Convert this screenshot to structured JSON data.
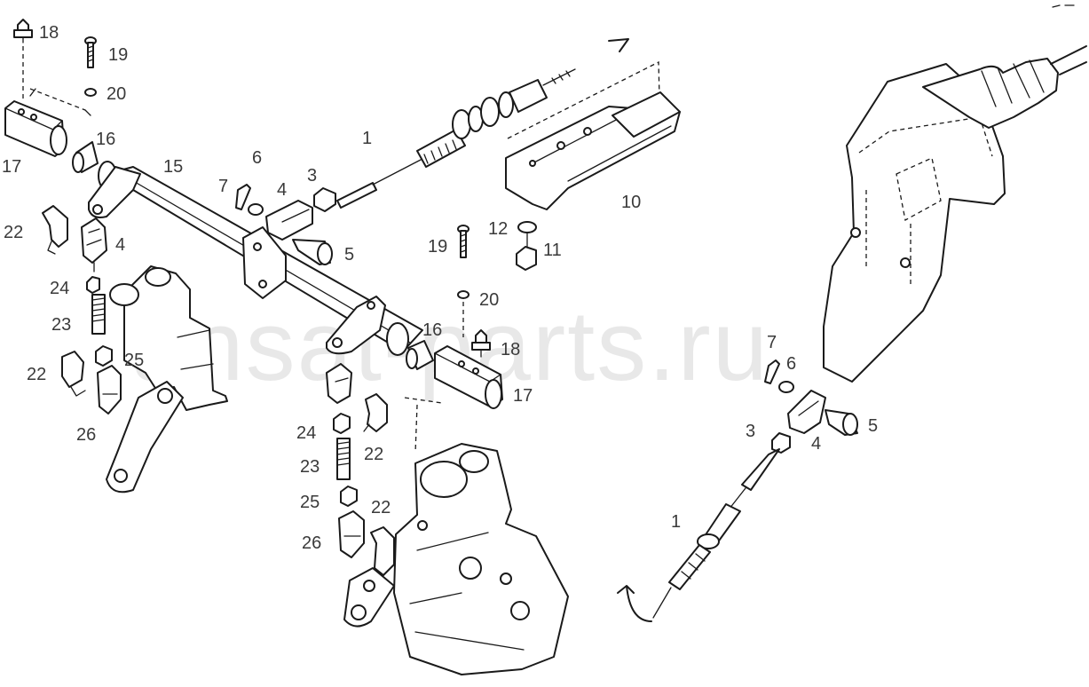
{
  "diagram": {
    "watermark": "ansat-parts.ru",
    "callouts": [
      {
        "id": "c18a",
        "text": "18"
      },
      {
        "id": "c19a",
        "text": "19"
      },
      {
        "id": "c20a",
        "text": "20"
      },
      {
        "id": "c16a",
        "text": "16"
      },
      {
        "id": "c17a",
        "text": "17"
      },
      {
        "id": "c15",
        "text": "15"
      },
      {
        "id": "c22a",
        "text": "22"
      },
      {
        "id": "c4a",
        "text": "4"
      },
      {
        "id": "c24a",
        "text": "24"
      },
      {
        "id": "c23a",
        "text": "23"
      },
      {
        "id": "c22b",
        "text": "22"
      },
      {
        "id": "c25a",
        "text": "25"
      },
      {
        "id": "c26a",
        "text": "26"
      },
      {
        "id": "c7a",
        "text": "7"
      },
      {
        "id": "c6a",
        "text": "6"
      },
      {
        "id": "c4b",
        "text": "4"
      },
      {
        "id": "c3a",
        "text": "3"
      },
      {
        "id": "c5a",
        "text": "5"
      },
      {
        "id": "c1a",
        "text": "1"
      },
      {
        "id": "c10",
        "text": "10"
      },
      {
        "id": "c12",
        "text": "12"
      },
      {
        "id": "c11",
        "text": "11"
      },
      {
        "id": "c19b",
        "text": "19"
      },
      {
        "id": "c20b",
        "text": "20"
      },
      {
        "id": "c16b",
        "text": "16"
      },
      {
        "id": "c18b",
        "text": "18"
      },
      {
        "id": "c17b",
        "text": "17"
      },
      {
        "id": "c24b",
        "text": "24"
      },
      {
        "id": "c22c",
        "text": "22"
      },
      {
        "id": "c23b",
        "text": "23"
      },
      {
        "id": "c25b",
        "text": "25"
      },
      {
        "id": "c22d",
        "text": "22"
      },
      {
        "id": "c26b",
        "text": "26"
      },
      {
        "id": "c7b",
        "text": "7"
      },
      {
        "id": "c6b",
        "text": "6"
      },
      {
        "id": "c5b",
        "text": "5"
      },
      {
        "id": "c3b",
        "text": "3"
      },
      {
        "id": "c4c",
        "text": "4"
      },
      {
        "id": "c1b",
        "text": "1"
      }
    ]
  }
}
